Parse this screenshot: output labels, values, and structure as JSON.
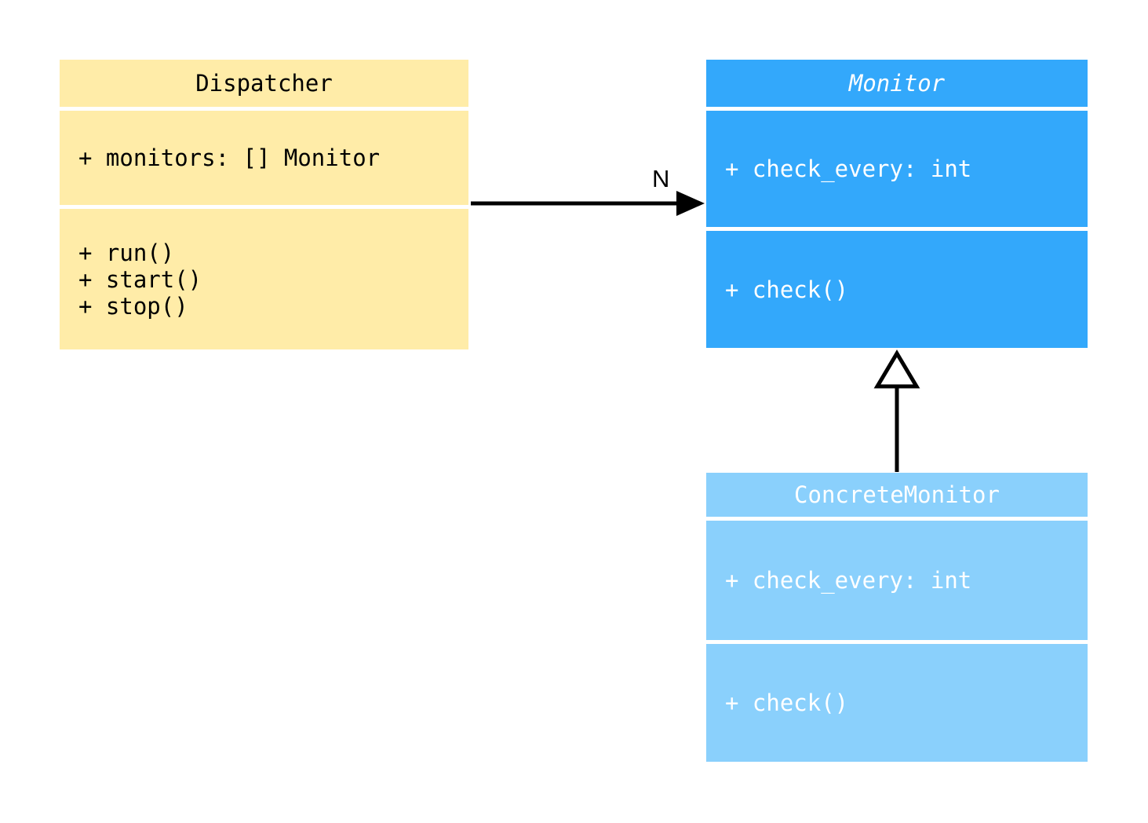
{
  "diagram": {
    "type": "uml-class-diagram",
    "background": "#ffffff",
    "classes": [
      {
        "id": "dispatcher",
        "name": "Dispatcher",
        "abstract": false,
        "fill": "#ffeca8",
        "text_color": "#000000",
        "attributes": [
          "+ monitors: [] Monitor"
        ],
        "operations": [
          "+ run()",
          "+ start()",
          "+ stop()"
        ]
      },
      {
        "id": "monitor",
        "name": "Monitor",
        "abstract": true,
        "fill": "#33a8fb",
        "text_color": "#ffffff",
        "attributes": [
          "+ check_every: int"
        ],
        "operations": [
          "+ check()"
        ]
      },
      {
        "id": "concrete_monitor",
        "name": "ConcreteMonitor",
        "abstract": false,
        "fill": "#8ad0fc",
        "text_color": "#ffffff",
        "attributes": [
          "+ check_every: int"
        ],
        "operations": [
          "+ check()"
        ]
      }
    ],
    "relationships": [
      {
        "id": "dispatcher_to_monitor",
        "kind": "association",
        "arrowhead": "solid-filled",
        "from": "Dispatcher",
        "to": "Monitor",
        "label": "N",
        "color": "#000000"
      },
      {
        "id": "concrete_to_monitor",
        "kind": "generalization",
        "arrowhead": "hollow-triangle",
        "from": "ConcreteMonitor",
        "to": "Monitor",
        "label": "",
        "color": "#000000"
      }
    ]
  }
}
